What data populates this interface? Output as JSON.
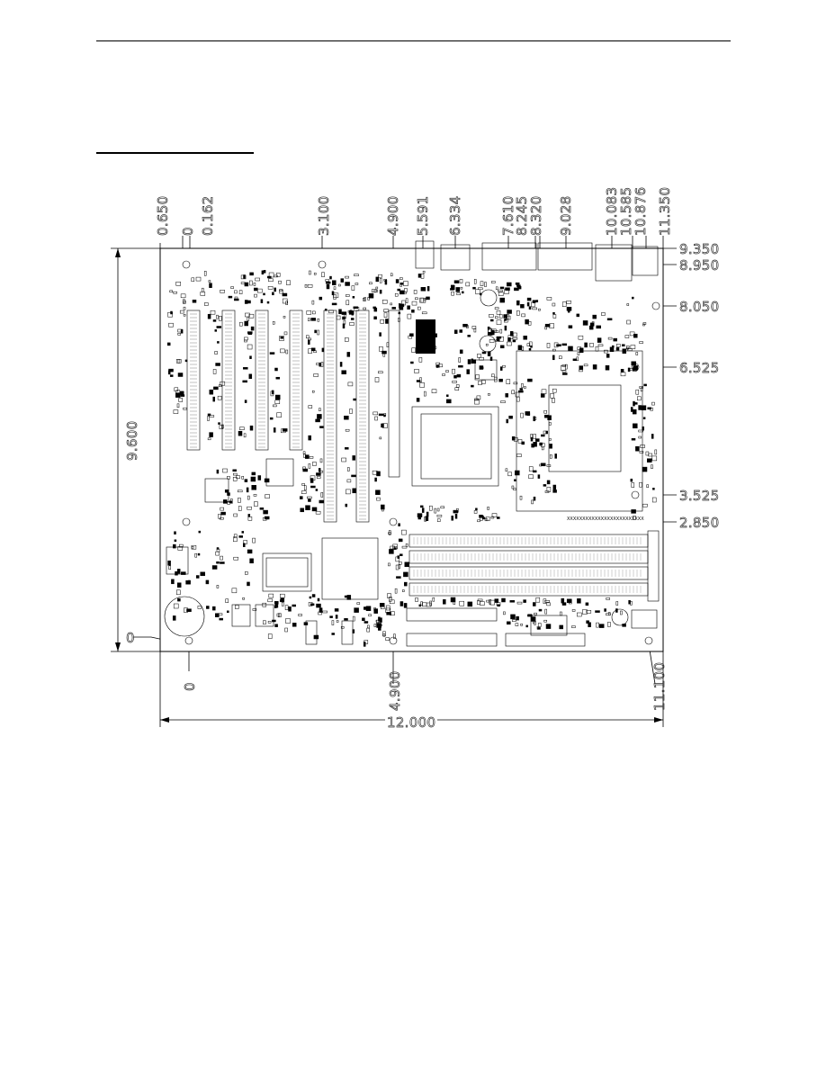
{
  "labels": {
    "top": [
      "0.650",
      "0",
      "0.162",
      "3.100",
      "4.900",
      "5.591",
      "6.334",
      "7.610",
      "8.245",
      "8.320",
      "9.028",
      "10.083",
      "10.585",
      "10.876",
      "11.350"
    ],
    "right": [
      "9.350",
      "8.950",
      "8.050",
      "6.525",
      "3.525",
      "2.850"
    ],
    "left_height": "9.600",
    "left_origin": "0",
    "bottom_origin": "0",
    "bottom_mid": "4.900",
    "bottom_right": "11.100",
    "bottom_width": "12.000"
  },
  "board": {
    "chip_marking": "XXXXXXXXXXXXXXXXXXXXXXXXX"
  }
}
